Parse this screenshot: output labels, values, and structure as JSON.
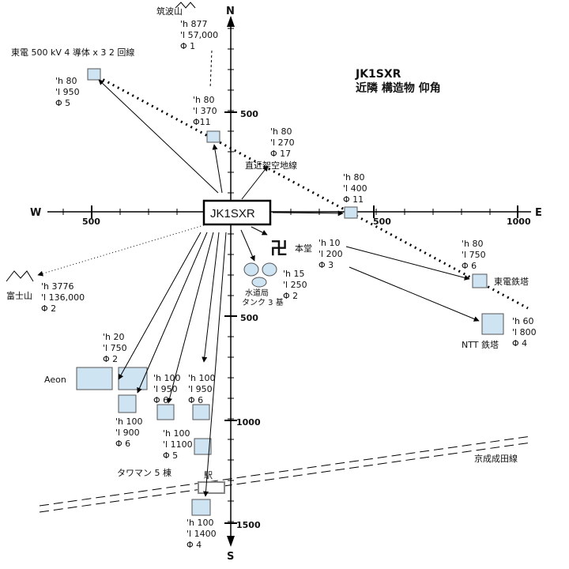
{
  "title": {
    "line1": "JK1SXR",
    "line2": "近隣 構造物 仰角"
  },
  "station": "JK1SXR",
  "compass": {
    "n": "N",
    "s": "S",
    "e": "E",
    "w": "W"
  },
  "ticks": {
    "x": {
      "w500": "500",
      "e500": "500",
      "e1000": "1000"
    },
    "y": {
      "n500": "500",
      "s500": "500",
      "s1000": "1000",
      "s1500": "1500"
    }
  },
  "lines": {
    "power": "東電 500 kV 4 導体 x 3 2 回線",
    "rail": "京成成田線",
    "direct": "直近架空地線"
  },
  "mountains": {
    "tsukuba": {
      "name": "筑波山",
      "h": "'h 877",
      "l": "'l 57,000",
      "phi": "Φ 1"
    },
    "fuji": {
      "name": "富士山",
      "h": "'h 3776",
      "l": "'l 136,000",
      "phi": "Φ 2"
    }
  },
  "labels": {
    "pw1": {
      "h": "'h 80",
      "l": "'l 950",
      "phi": "Φ 5"
    },
    "pw2": {
      "h": "'h 80",
      "l": "'l 370",
      "phi": "Φ11"
    },
    "direct": {
      "h": "'h 80",
      "l": "'l 270",
      "phi": "Φ 17"
    },
    "pw3": {
      "h": "'h 80",
      "l": "'l 400",
      "phi": "Φ 11"
    },
    "hondo": {
      "name": "本堂",
      "h": "'h 10",
      "l": "'l 200",
      "phi": "Φ 3"
    },
    "tank": {
      "name1": "水道局",
      "name2": "タンク 3 基",
      "h": "'h 15",
      "l": "'l 250",
      "phi": "Φ 2"
    },
    "todentower": {
      "name": "東電鉄塔",
      "h": "'h 80",
      "l": "'l 750",
      "phi": "Φ 6"
    },
    "ntt": {
      "name": "NTT 鉄塔",
      "h": "'h 60",
      "l": "'l 800",
      "phi": "Φ 4"
    },
    "aeon": {
      "name": "Aeon",
      "h": "'h 20",
      "l": "'l 750",
      "phi": "Φ 2"
    },
    "tw1": {
      "h": "'h 100",
      "l": "'l 900",
      "phi": "Φ 6"
    },
    "tw2": {
      "h": "'h 100",
      "l": "'l 950",
      "phi": "Φ 6"
    },
    "tw3": {
      "h": "'h 100",
      "l": "'l 950",
      "phi": "Φ 6"
    },
    "tw4": {
      "h": "'h 100",
      "l": "'l 1100",
      "phi": "Φ 5"
    },
    "towerman": "タワマン 5 棟",
    "eki": "駅",
    "tw5": {
      "h": "'h 100",
      "l": "'l 1400",
      "phi": "Φ 4"
    }
  },
  "temple_symbol": "卍"
}
